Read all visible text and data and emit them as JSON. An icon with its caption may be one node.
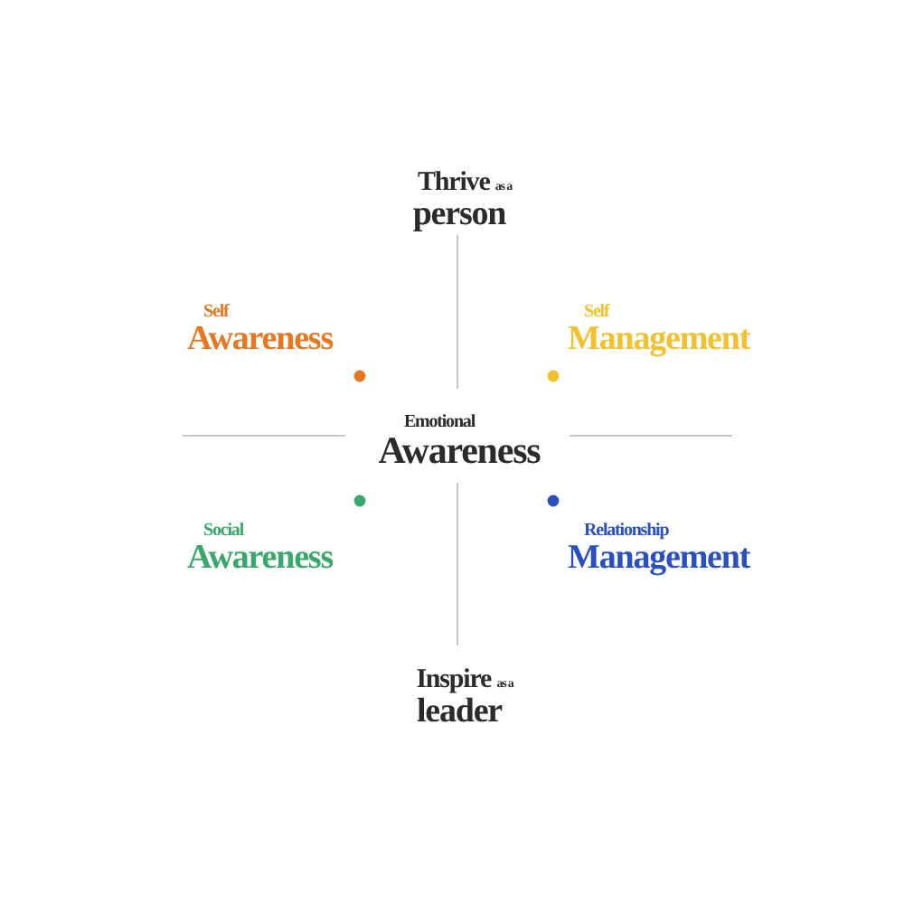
{
  "diagram": {
    "nodes": [
      {
        "text": [
          "Thrive as a person"
        ]
      },
      {
        "text": [
          "Self Awareness"
        ]
      },
      {
        "text": [
          "Self Management"
        ]
      },
      {
        "text": [
          "Emotional Awareness"
        ]
      },
      {
        "text": [
          "Social Awareness"
        ]
      },
      {
        "text": [
          "Relationship Management"
        ]
      },
      {
        "text": [
          "Inspire as a leader"
        ]
      }
    ]
  }
}
